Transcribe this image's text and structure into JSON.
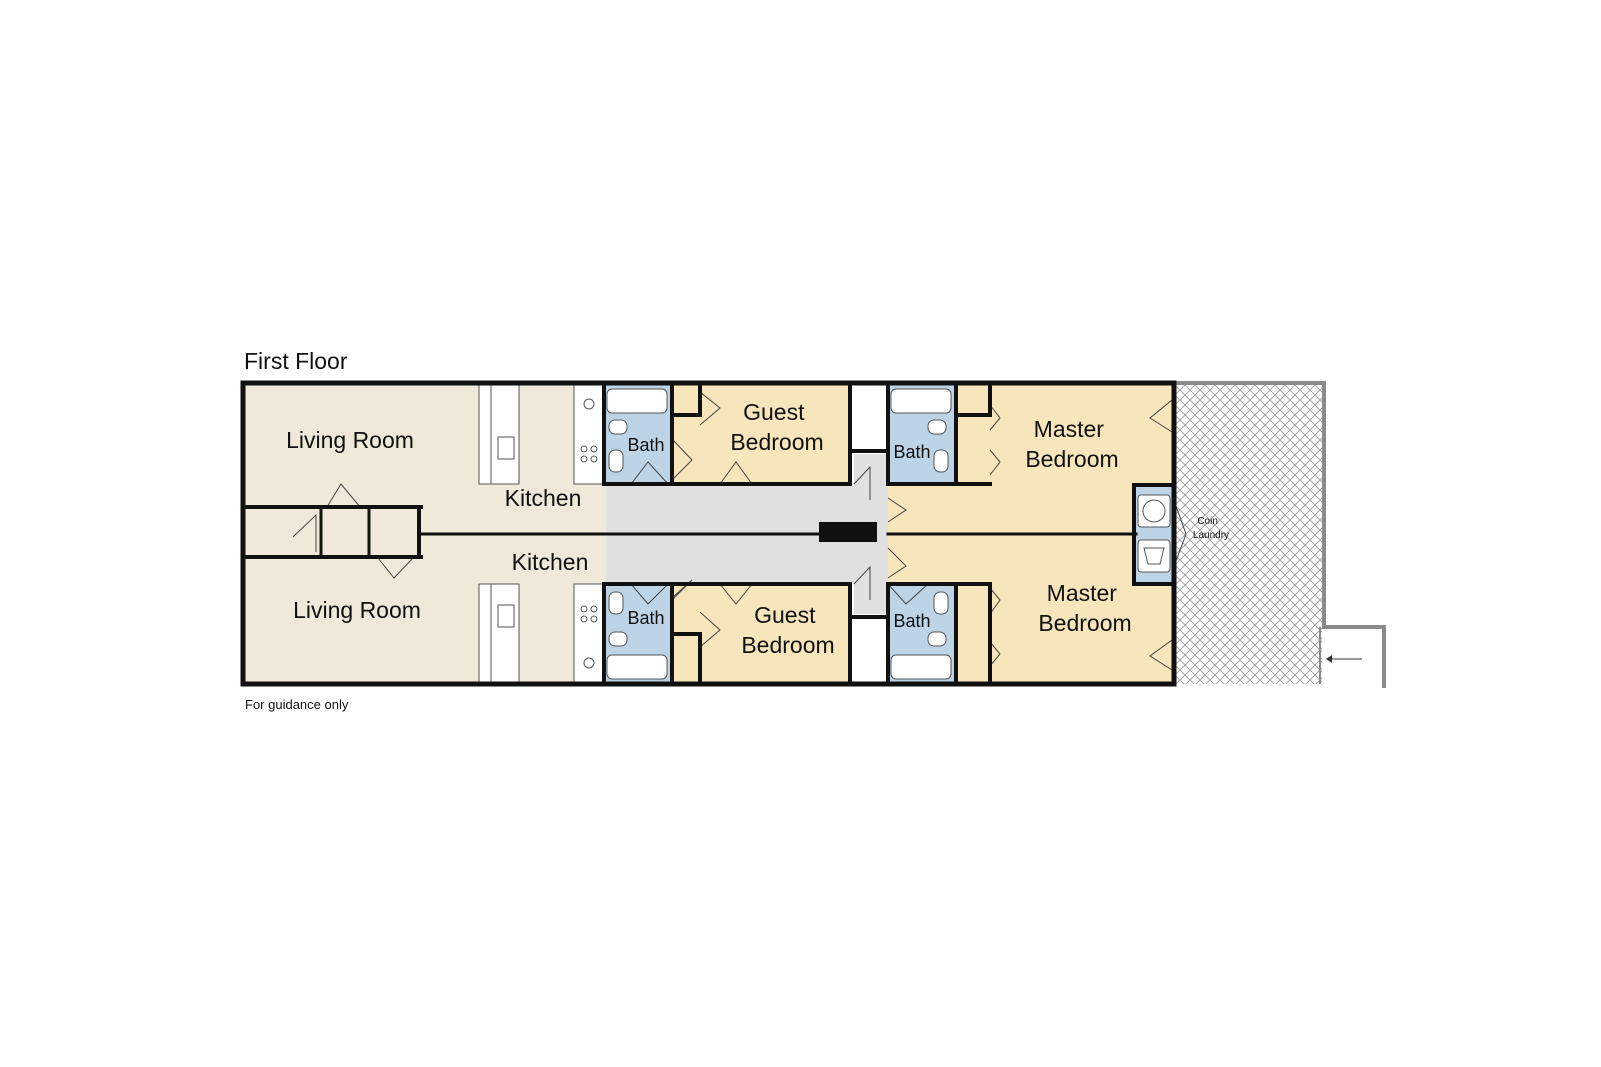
{
  "title": "First Floor",
  "footnote": "For guidance only",
  "rooms": {
    "living_top": [
      "Living Room"
    ],
    "living_bottom": [
      "Living Room"
    ],
    "kitchen_top": [
      "Kitchen"
    ],
    "kitchen_bottom": [
      "Kitchen"
    ],
    "bath_1": [
      "Bath"
    ],
    "bath_2": [
      "Bath"
    ],
    "bath_3": [
      "Bath"
    ],
    "bath_4": [
      "Bath"
    ],
    "guest_top": [
      "Guest",
      "Bedroom"
    ],
    "guest_bottom": [
      "Guest",
      "Bedroom"
    ],
    "master_top": [
      "Master",
      "Bedroom"
    ],
    "master_bottom": [
      "Master",
      "Bedroom"
    ],
    "laundry": [
      "Coin",
      "Laundry"
    ]
  },
  "colors": {
    "living": "#f0e8d8",
    "bedroom": "#f7e5bb",
    "bath": "#bcd4e6",
    "hall": "#e0e0e0",
    "wall": "#111111",
    "patio_hatch": "#9a9a9a"
  }
}
